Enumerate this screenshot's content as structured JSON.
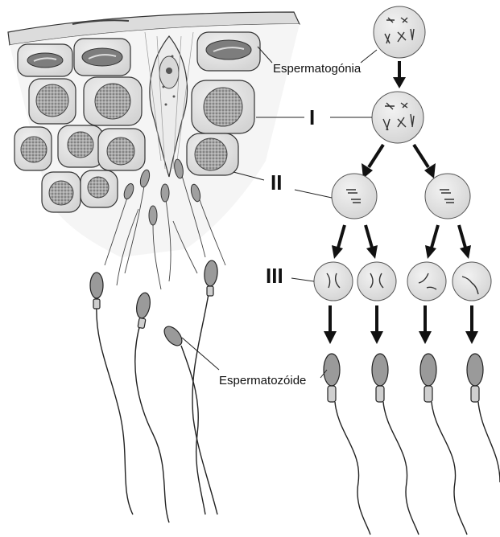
{
  "labels": {
    "spermatogonia": "Espermatogónia",
    "spermatozoid": "Espermatozóide"
  },
  "stages": {
    "I": "I",
    "II": "II",
    "III": "III"
  },
  "colors": {
    "cell_fill": "#e6e6e6",
    "nucleus_fill": "#8c8c8c",
    "outline": "#333333",
    "arrow": "#111111",
    "sperm_head": "#9a9a9a"
  }
}
